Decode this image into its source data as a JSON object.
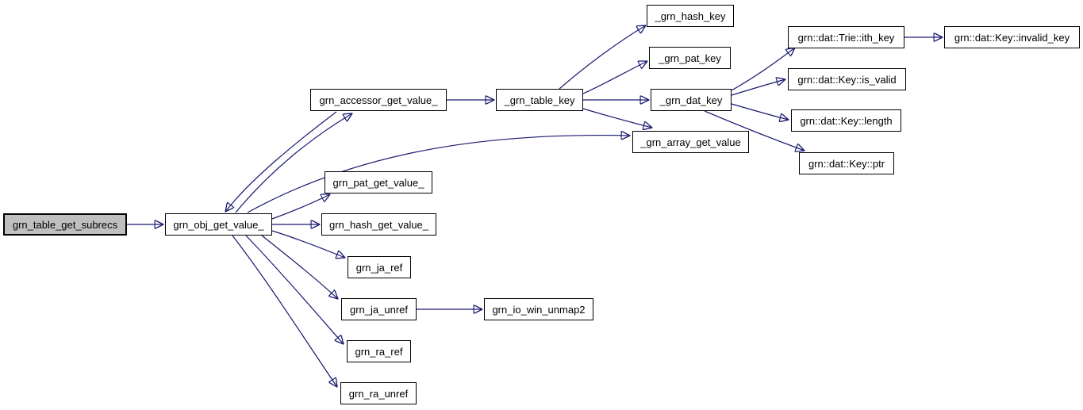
{
  "graph": {
    "type": "call-graph",
    "colors": {
      "background": "#ffffff",
      "edge": "#191970",
      "node_fill": "#ffffff",
      "node_border": "#000000",
      "highlight_node_fill": "#bfbfbf",
      "text": "#000000"
    },
    "nodes": [
      {
        "id": "grn_table_get_subrecs",
        "label": "grn_table_get_subrecs",
        "highlighted": true
      },
      {
        "id": "grn_obj_get_value_",
        "label": "grn_obj_get_value_",
        "highlighted": false
      },
      {
        "id": "grn_accessor_get_value_",
        "label": "grn_accessor_get_value_",
        "highlighted": false
      },
      {
        "id": "_grn_table_key",
        "label": "_grn_table_key",
        "highlighted": false
      },
      {
        "id": "_grn_hash_key",
        "label": "_grn_hash_key",
        "highlighted": false
      },
      {
        "id": "_grn_pat_key",
        "label": "_grn_pat_key",
        "highlighted": false
      },
      {
        "id": "_grn_dat_key",
        "label": "_grn_dat_key",
        "highlighted": false
      },
      {
        "id": "_grn_array_get_value",
        "label": "_grn_array_get_value",
        "highlighted": false
      },
      {
        "id": "grn_dat_trie_ith_key",
        "label": "grn::dat::Trie::ith_key",
        "highlighted": false
      },
      {
        "id": "grn_dat_key_invalid_key",
        "label": "grn::dat::Key::invalid_key",
        "highlighted": false
      },
      {
        "id": "grn_dat_key_is_valid",
        "label": "grn::dat::Key::is_valid",
        "highlighted": false
      },
      {
        "id": "grn_dat_key_length",
        "label": "grn::dat::Key::length",
        "highlighted": false
      },
      {
        "id": "grn_dat_key_ptr",
        "label": "grn::dat::Key::ptr",
        "highlighted": false
      },
      {
        "id": "grn_pat_get_value_",
        "label": "grn_pat_get_value_",
        "highlighted": false
      },
      {
        "id": "grn_hash_get_value_",
        "label": "grn_hash_get_value_",
        "highlighted": false
      },
      {
        "id": "grn_ja_ref",
        "label": "grn_ja_ref",
        "highlighted": false
      },
      {
        "id": "grn_ja_unref",
        "label": "grn_ja_unref",
        "highlighted": false
      },
      {
        "id": "grn_io_win_unmap2",
        "label": "grn_io_win_unmap2",
        "highlighted": false
      },
      {
        "id": "grn_ra_ref",
        "label": "grn_ra_ref",
        "highlighted": false
      },
      {
        "id": "grn_ra_unref",
        "label": "grn_ra_unref",
        "highlighted": false
      }
    ],
    "edges": [
      {
        "from": "grn_table_get_subrecs",
        "to": "grn_obj_get_value_"
      },
      {
        "from": "grn_obj_get_value_",
        "to": "grn_accessor_get_value_"
      },
      {
        "from": "grn_accessor_get_value_",
        "to": "grn_obj_get_value_"
      },
      {
        "from": "grn_accessor_get_value_",
        "to": "_grn_table_key"
      },
      {
        "from": "_grn_table_key",
        "to": "_grn_hash_key"
      },
      {
        "from": "_grn_table_key",
        "to": "_grn_pat_key"
      },
      {
        "from": "_grn_table_key",
        "to": "_grn_dat_key"
      },
      {
        "from": "_grn_table_key",
        "to": "_grn_array_get_value"
      },
      {
        "from": "grn_obj_get_value_",
        "to": "_grn_array_get_value"
      },
      {
        "from": "_grn_dat_key",
        "to": "grn_dat_trie_ith_key"
      },
      {
        "from": "_grn_dat_key",
        "to": "grn_dat_key_is_valid"
      },
      {
        "from": "_grn_dat_key",
        "to": "grn_dat_key_length"
      },
      {
        "from": "_grn_dat_key",
        "to": "grn_dat_key_ptr"
      },
      {
        "from": "grn_dat_trie_ith_key",
        "to": "grn_dat_key_invalid_key"
      },
      {
        "from": "grn_obj_get_value_",
        "to": "grn_pat_get_value_"
      },
      {
        "from": "grn_obj_get_value_",
        "to": "grn_hash_get_value_"
      },
      {
        "from": "grn_obj_get_value_",
        "to": "grn_ja_ref"
      },
      {
        "from": "grn_obj_get_value_",
        "to": "grn_ja_unref"
      },
      {
        "from": "grn_ja_unref",
        "to": "grn_io_win_unmap2"
      },
      {
        "from": "grn_obj_get_value_",
        "to": "grn_ra_ref"
      },
      {
        "from": "grn_obj_get_value_",
        "to": "grn_ra_unref"
      }
    ]
  }
}
